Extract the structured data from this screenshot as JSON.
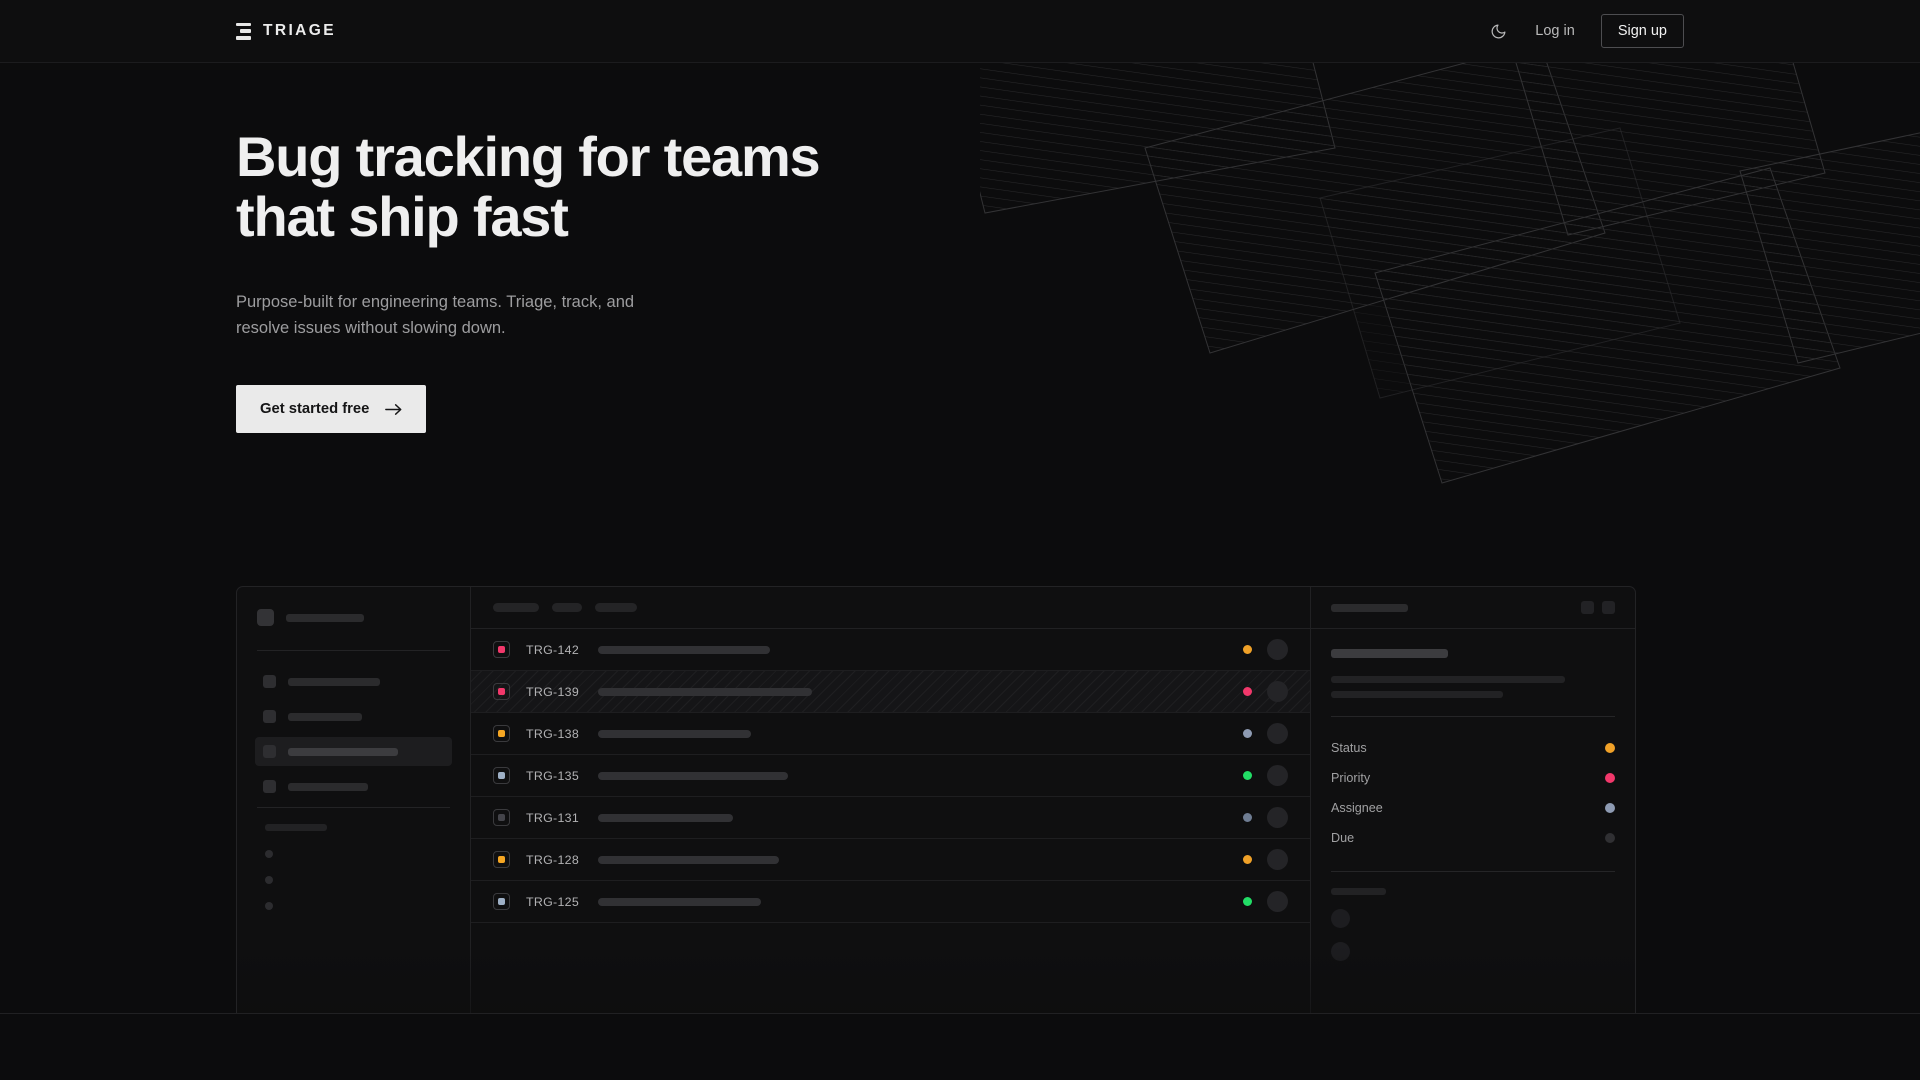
{
  "nav": {
    "logo_text": "TRIAGE",
    "logo_icon": "triage-bars-logo",
    "theme_toggle_icon": "moon-icon",
    "login_label": "Log in",
    "signup_label": "Sign up"
  },
  "hero": {
    "title": "Bug tracking for teams\nthat ship fast",
    "subtitle": "Purpose-built for engineering teams. Triage, track, and\nresolve issues without slowing down.",
    "cta_label": "Get started free",
    "cta_icon": "arrow-right-icon"
  },
  "app_mockup": {
    "sidebar": {
      "workspace_placeholder": true,
      "nav_items": [
        {
          "selected": false
        },
        {
          "selected": false
        },
        {
          "selected": true
        },
        {
          "selected": false
        }
      ],
      "section_label_placeholder": true,
      "sub_items": [
        {},
        {},
        {}
      ]
    },
    "list": {
      "toolbar_chips": [
        46,
        30,
        42
      ],
      "rows": [
        {
          "id": "TRG-142",
          "priority_color": "#f2386b",
          "status_color": "#f0a128",
          "title_width": 172,
          "selected": false
        },
        {
          "id": "TRG-139",
          "priority_color": "#f2386b",
          "status_color": "#f2386b",
          "title_width": 214,
          "selected": true
        },
        {
          "id": "TRG-138",
          "priority_color": "#f5a623",
          "status_color": "#8e9bb3",
          "title_width": 153,
          "selected": false
        },
        {
          "id": "TRG-135",
          "priority_color": "#9eb0c6",
          "status_color": "#22dd66",
          "title_width": 190,
          "selected": false
        },
        {
          "id": "TRG-131",
          "priority_color": "#44444a",
          "status_color": "#6f7d93",
          "title_width": 135,
          "selected": false
        },
        {
          "id": "TRG-128",
          "priority_color": "#f5a623",
          "status_color": "#f0a128",
          "title_width": 181,
          "selected": false
        },
        {
          "id": "TRG-125",
          "priority_color": "#9eb0c6",
          "status_color": "#22dd66",
          "title_width": 163,
          "selected": false
        }
      ]
    },
    "detail": {
      "header_title_width": 77,
      "header_buttons": [
        "expand-button",
        "close-button"
      ],
      "summary_line_width": 117,
      "body_line_widths": [
        234,
        172
      ],
      "properties": [
        {
          "label": "Status",
          "color": "#f0a128"
        },
        {
          "label": "Priority",
          "color": "#f2386b"
        },
        {
          "label": "Assignee",
          "color": "#8e9bb3"
        },
        {
          "label": "Due",
          "color": "#303033"
        }
      ],
      "activity_label_width": 55,
      "activity_avatars": 2
    }
  },
  "colors": {
    "page_bg": "#0c0c0d",
    "panel_bg": "#0f0f10",
    "border": "#232325",
    "accent_orange": "#f0a128",
    "accent_pink": "#f2386b",
    "accent_green": "#22dd66",
    "accent_blue_gray": "#8e9bb3",
    "cta_bg": "#eaeaea"
  }
}
